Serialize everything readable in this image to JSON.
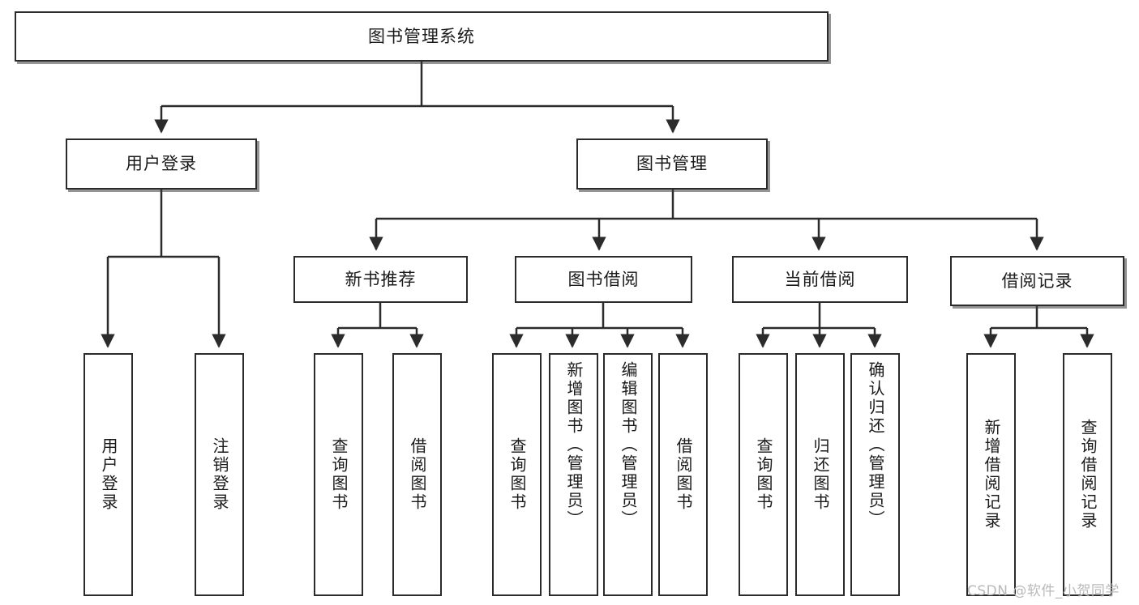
{
  "diagram": {
    "title_node": {
      "label": "图书管理系统"
    },
    "level2": [
      {
        "id": "user-login",
        "label": "用户登录"
      },
      {
        "id": "book-management",
        "label": "图书管理"
      }
    ],
    "level3": [
      {
        "id": "new-book-recommend",
        "label": "新书推荐"
      },
      {
        "id": "book-borrow",
        "label": "图书借阅"
      },
      {
        "id": "current-borrow",
        "label": "当前借阅"
      },
      {
        "id": "borrow-record",
        "label": "借阅记录"
      }
    ],
    "leaves": {
      "user_login": [
        {
          "id": "leaf-user-login",
          "label": "用户登录"
        },
        {
          "id": "leaf-logout-login",
          "label": "注销登录"
        }
      ],
      "new_book_recommend": [
        {
          "id": "leaf-query-book-1",
          "label": "查询图书"
        },
        {
          "id": "leaf-borrow-book-1",
          "label": "借阅图书"
        }
      ],
      "book_borrow": [
        {
          "id": "leaf-query-book-2",
          "label": "查询图书"
        },
        {
          "id": "leaf-add-book",
          "label": "新增图书（管理员）"
        },
        {
          "id": "leaf-edit-book",
          "label": "编辑图书（管理员）"
        },
        {
          "id": "leaf-borrow-book-2",
          "label": "借阅图书"
        }
      ],
      "current_borrow": [
        {
          "id": "leaf-query-book-3",
          "label": "查询图书"
        },
        {
          "id": "leaf-return-book",
          "label": "归还图书"
        },
        {
          "id": "leaf-confirm-return",
          "label": "确认归还（管理员）"
        }
      ],
      "borrow_record": [
        {
          "id": "leaf-add-record",
          "label": "新增借阅记录"
        },
        {
          "id": "leaf-query-record",
          "label": "查询借阅记录"
        }
      ]
    },
    "colors": {
      "stroke": "#2b2b2b",
      "fill": "#ffffff",
      "text": "#1a1a1a",
      "watermark": "#b9b9b9"
    }
  },
  "watermark": {
    "text": "CSDN @软件_小贺同学"
  }
}
